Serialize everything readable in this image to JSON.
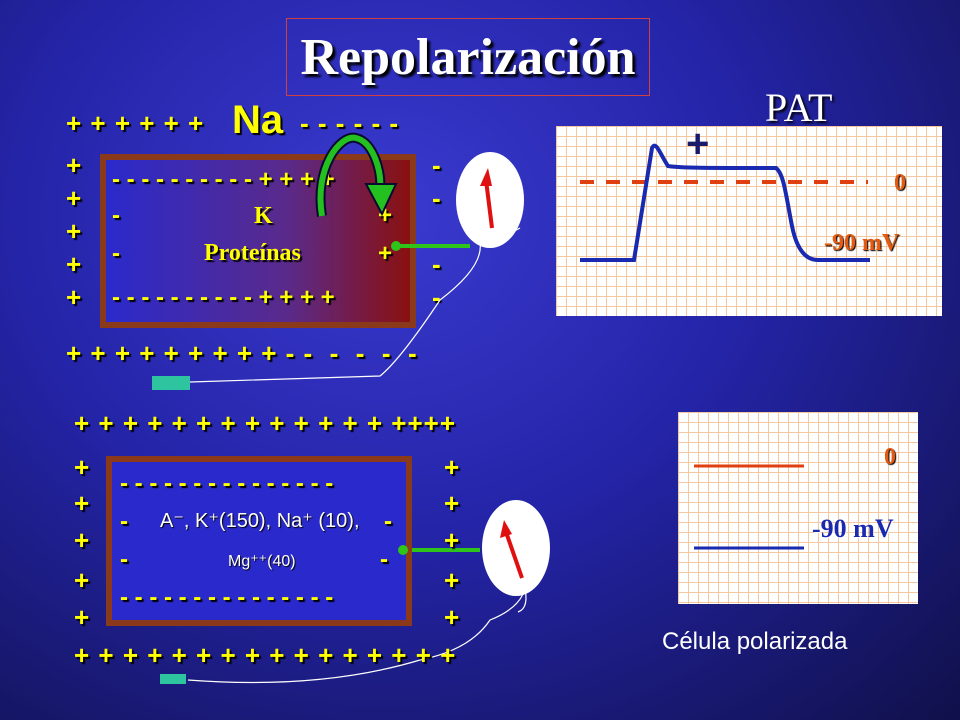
{
  "title": "Repolarización",
  "pat": "PAT",
  "top": {
    "na": "Na",
    "row_top_plus": "+ + + + + +",
    "row_top_minus": "- - - - - -",
    "left_plus": "+",
    "right_minus": "-",
    "row_bottom": "+ + + + + + + + + - -  -  -  -  -",
    "inner": {
      "line1": "- - - - - - - - - - + + + +",
      "k_prefix": "-",
      "k": "K",
      "k_suffix": "+",
      "prot_prefix": "-",
      "proteinas": "Proteínas",
      "prot_suffix": "+",
      "line4": "- - - - - - - - - - + + + +"
    }
  },
  "bottom": {
    "row_top": "+ + + + + + + + + + + + + ++++",
    "row_bottom": "+ + + + + + + + + + + + + + + +",
    "side": "+",
    "inner": {
      "line1": "- - - - - - - - - - - - - - -",
      "l2_prefix": "-",
      "ions": "A⁻, K⁺(150), Na⁺ (10),",
      "l2_suffix": "-",
      "l3_prefix": "-",
      "mg": "Mg⁺⁺(40)",
      "l3_suffix": "-",
      "line4": "- - - - - - - - - - - - - - -"
    }
  },
  "graph1": {
    "plus": "+",
    "zero": "0",
    "mv": "-90 mV"
  },
  "graph2": {
    "zero": "0",
    "mv": "-90 mV"
  },
  "caption": "Célula polarizada",
  "colors": {
    "accent": "#ffff00",
    "baseline": "#1a2ab0",
    "zero_line": "#e04010",
    "electrode": "#2ec41a"
  }
}
